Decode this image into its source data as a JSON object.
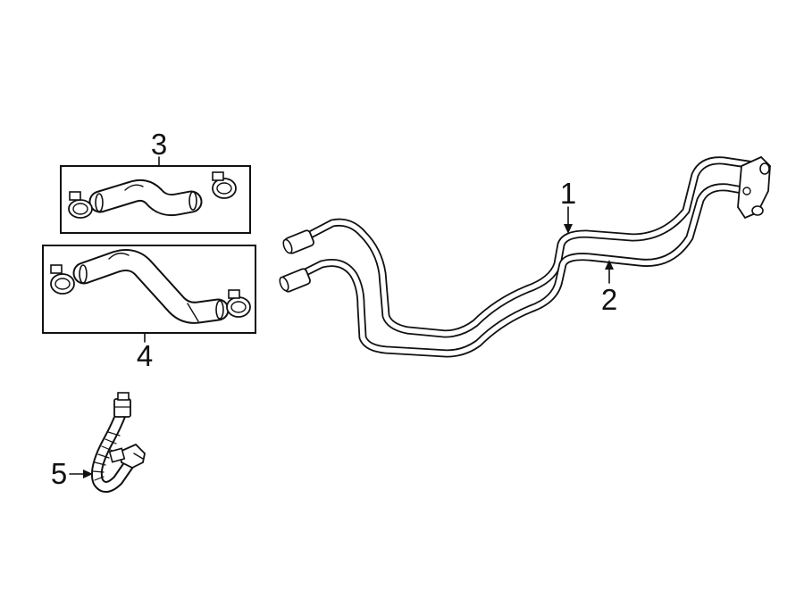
{
  "callouts": {
    "c1": "1",
    "c2": "2",
    "c3": "3",
    "c4": "4",
    "c5": "5"
  },
  "colors": {
    "line": "#111111",
    "background": "#ffffff"
  },
  "parts": [
    {
      "callout": "1",
      "kind": "tube"
    },
    {
      "callout": "2",
      "kind": "tube"
    },
    {
      "callout": "3",
      "kind": "hose-with-clamps"
    },
    {
      "callout": "4",
      "kind": "hose-with-clamps"
    },
    {
      "callout": "5",
      "kind": "sensor-with-clip"
    }
  ]
}
